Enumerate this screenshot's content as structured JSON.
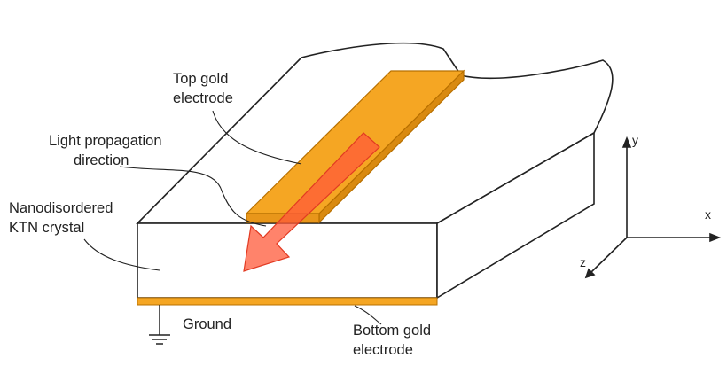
{
  "labels": {
    "top_electrode": [
      "Top gold",
      "electrode"
    ],
    "light": [
      "Light propagation",
      "direction"
    ],
    "crystal": [
      "Nanodisordered",
      "KTN crystal"
    ],
    "ground": "Ground",
    "bottom_electrode": [
      "Bottom gold",
      "electrode"
    ]
  },
  "axes": {
    "x": "x",
    "y": "y",
    "z": "z"
  },
  "colors": {
    "gold": "#f5a623",
    "gold_dark": "#d98a10",
    "arrow": "#ff4d2e",
    "arrow_light": "#ff9e9e",
    "outline": "#222222"
  }
}
